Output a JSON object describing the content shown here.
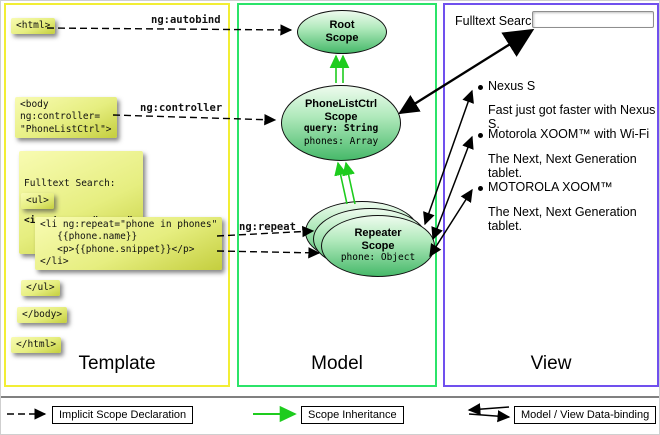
{
  "template": {
    "label": "Template",
    "snippets": {
      "html_open": "<html>",
      "body_open": "<body\nng:controller=\n\"PhoneListCtrl\">",
      "fulltext_line1": "Fulltext Search:",
      "fulltext_line2": "<input name=\"query\">",
      "ul_open": "<ul>",
      "li_repeat": "<li ng:repeat=\"phone in phones\"\n   {{phone.name}}\n   <p>{{phone.snippet}}</p>\n</li>",
      "ul_close": "</ul>",
      "body_close": "</body>",
      "html_close": "</html>"
    }
  },
  "model": {
    "label": "Model",
    "root_scope": {
      "title": "Root\nScope"
    },
    "phonelist_scope": {
      "title": "PhoneListCtrl\nScope",
      "query": "query: String",
      "phones": "phones: Array"
    },
    "repeater_scope": {
      "title": "Repeater\nScope",
      "phone": "phone: Object"
    }
  },
  "view": {
    "label": "View",
    "search_label": "Fulltext Search:",
    "search_value": "",
    "items": [
      {
        "title": "Nexus S",
        "desc": "Fast just got faster with Nexus S."
      },
      {
        "title": "Motorola XOOM™ with Wi-Fi",
        "desc": "The Next, Next Generation tablet."
      },
      {
        "title": "MOTOROLA XOOM™",
        "desc": "The Next, Next Generation tablet."
      }
    ]
  },
  "arrow_labels": {
    "autobind": "ng:autobind",
    "controller": "ng:controller",
    "repeat": "ng:repeat"
  },
  "legend": {
    "implicit": "Implicit Scope Declaration",
    "inheritance": "Scope Inheritance",
    "databinding": "Model / View Data-binding"
  },
  "colors": {
    "template_border": "#f2ee35",
    "model_border": "#2be469",
    "view_border": "#7050ee",
    "code_box_fill": "#e6ee80",
    "scope_fill_green": "#47b96a",
    "inheritance_arrow": "#1ecc1e"
  }
}
